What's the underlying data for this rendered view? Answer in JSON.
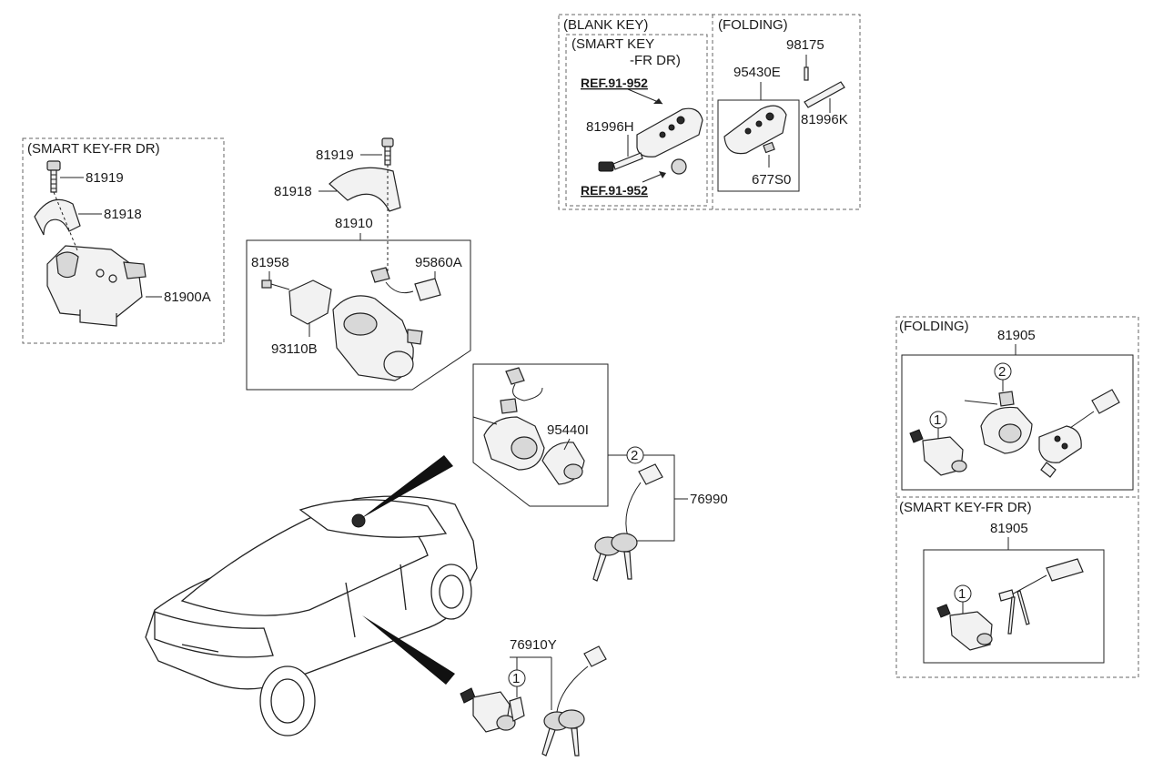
{
  "labels": {
    "smart_key_fr_dr_left": "(SMART KEY-FR DR)",
    "p81919_left": "81919",
    "p81918_left": "81918",
    "p81900A": "81900A",
    "p81919_mid": "81919",
    "p81918_mid": "81918",
    "p81910": "81910",
    "p81958": "81958",
    "p95860A": "95860A",
    "p93110B": "93110B",
    "blank_key": "(BLANK KEY)",
    "smart_key_line1": "(SMART KEY",
    "smart_key_line2": "-FR DR)",
    "ref_top": "REF.91-952",
    "ref_bottom": "REF.91-952",
    "p81996H": "81996H",
    "folding_top": "(FOLDING)",
    "p98175": "98175",
    "p95430E": "95430E",
    "p81996K": "81996K",
    "p677S0": "677S0",
    "p95440I": "95440I",
    "circle_2_mid": "2",
    "p76990": "76990",
    "p76910Y": "76910Y",
    "circle_1_bottom": "1",
    "folding_right": "(FOLDING)",
    "p81905_folding": "81905",
    "circle_2_right": "2",
    "circle_1_right": "1",
    "smart_key_fr_dr_right": "(SMART KEY-FR DR)",
    "p81905_smart": "81905",
    "circle_1_right_bottom": "1"
  }
}
